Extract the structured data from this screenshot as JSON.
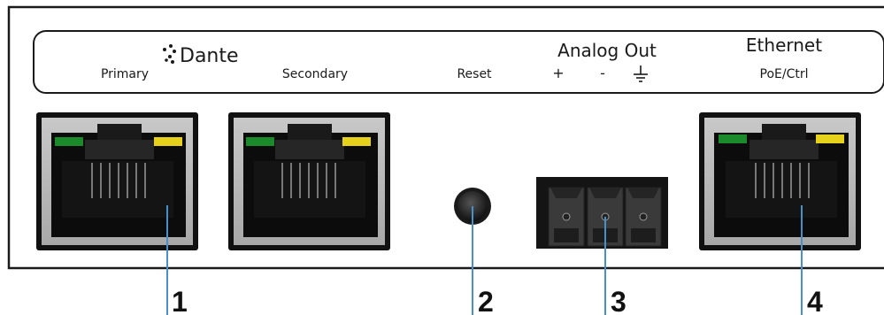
{
  "panel": {
    "brand": "Dante",
    "primary": "Primary",
    "secondary": "Secondary",
    "reset": "Reset",
    "analog_out": "Analog Out",
    "plus": "+",
    "minus": "-",
    "ethernet": "Ethernet",
    "poe": "PoE/Ctrl"
  },
  "callouts": [
    "1",
    "2",
    "3",
    "4"
  ],
  "colors": {
    "led_green": "#1a8a2a",
    "led_yellow": "#e6d21a",
    "leader_line": "#4a90c8"
  }
}
